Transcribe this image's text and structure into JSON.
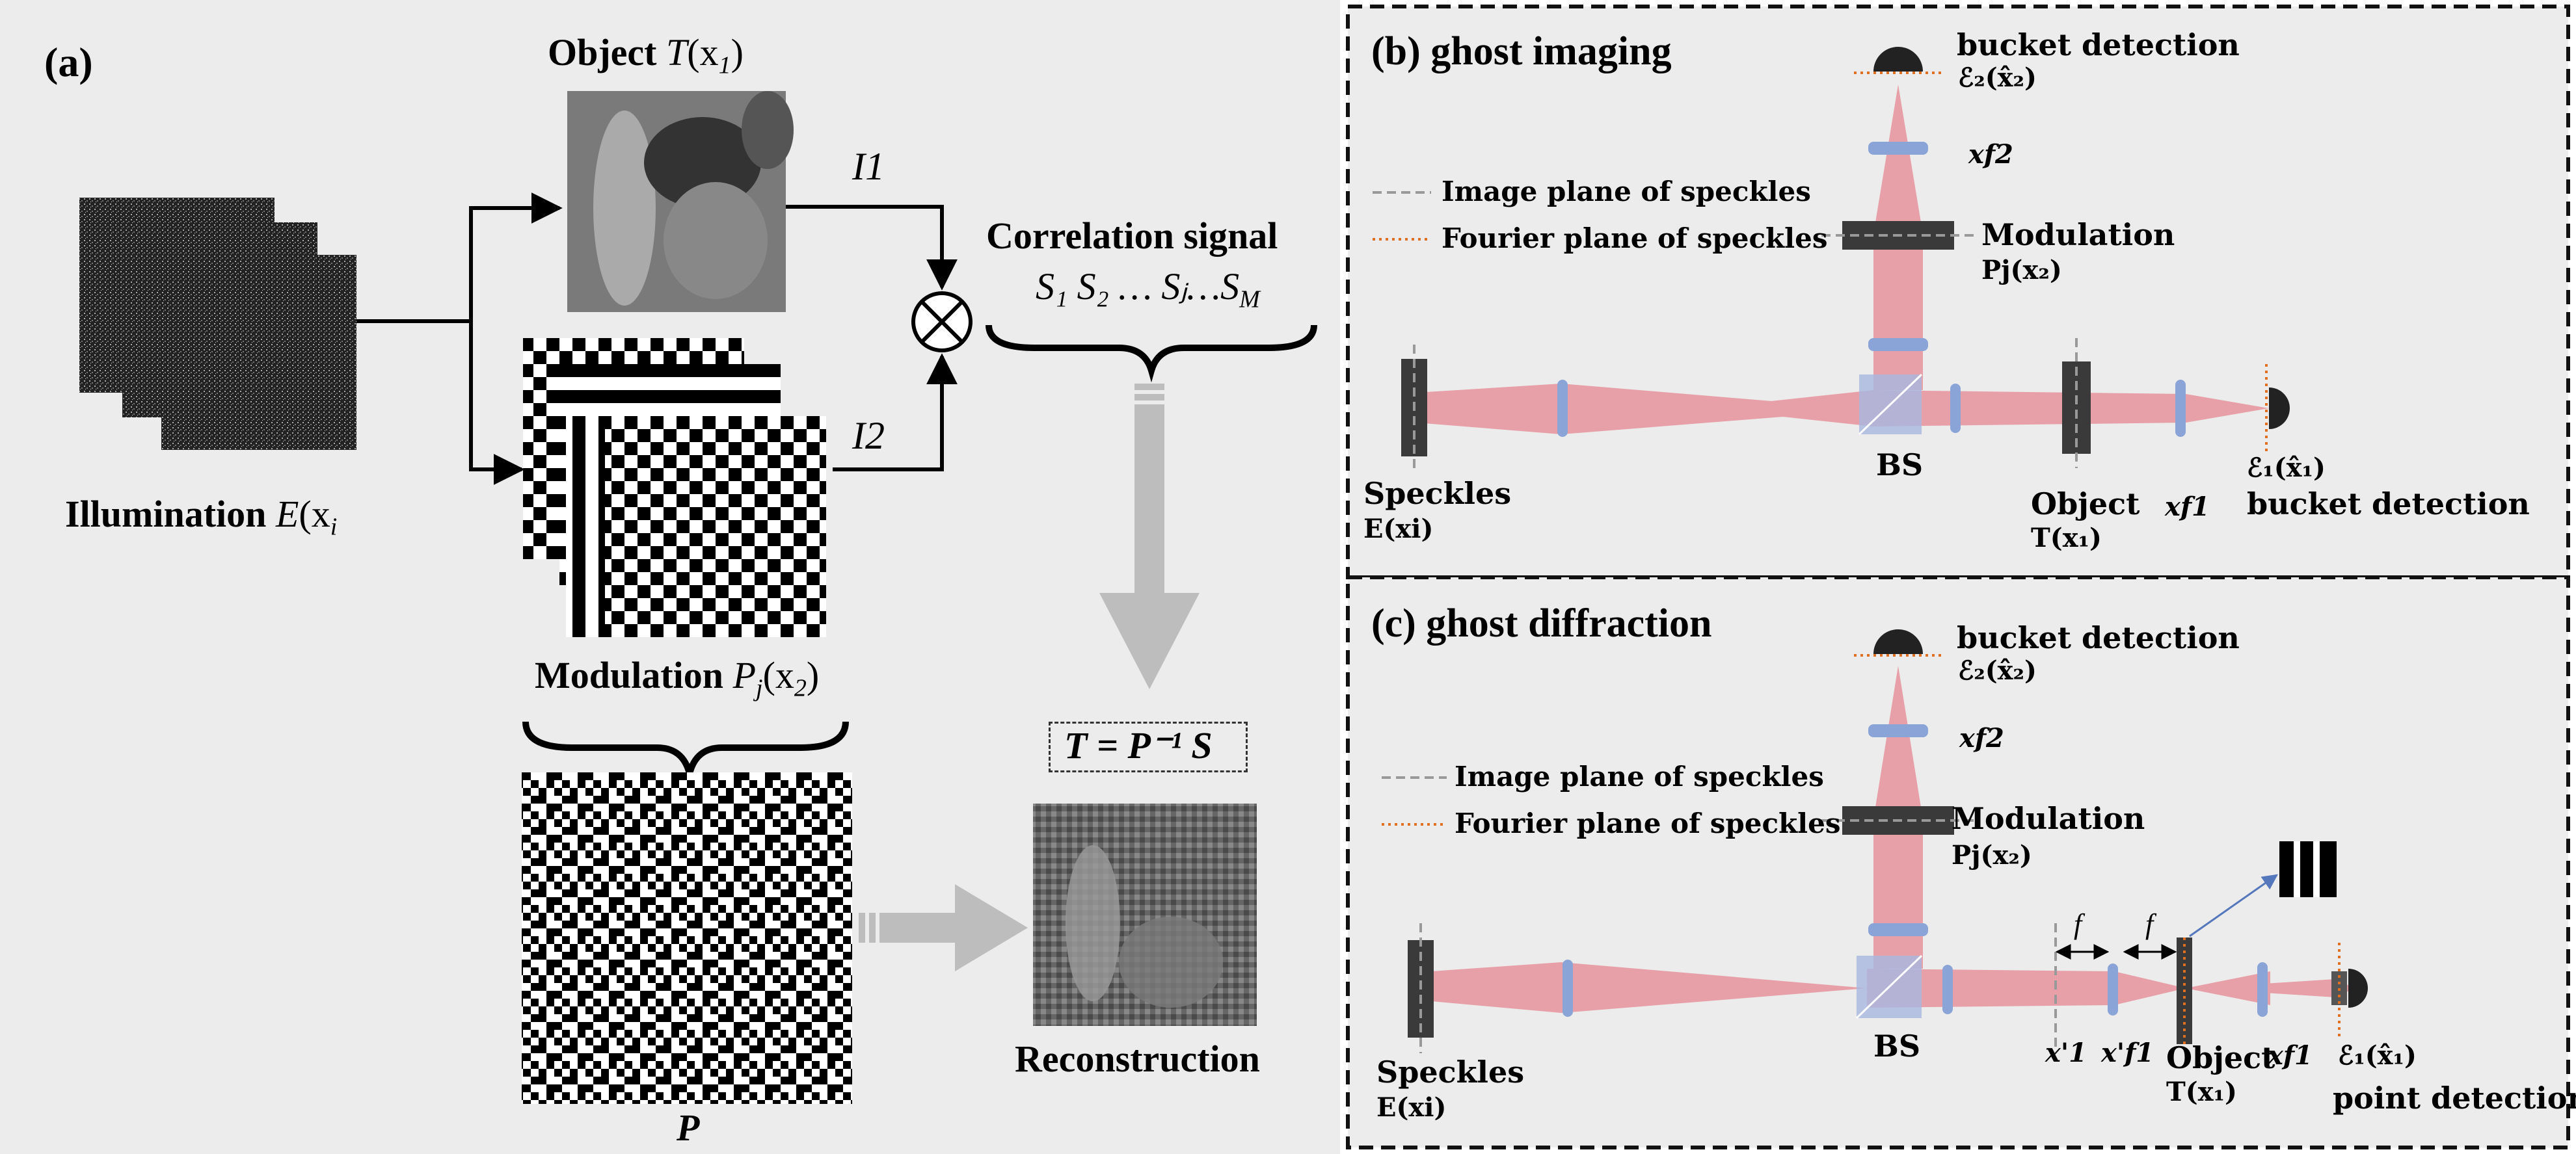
{
  "panel_a": {
    "label": "(a)",
    "object": "Object",
    "object_sym": "T",
    "object_arg": "(x",
    "object_sub": "1",
    "object_close": ")",
    "illumination": "Illumination",
    "illum_sym": "E",
    "illum_arg": "(x",
    "illum_sub": "i",
    "i1": "I",
    "i1_sub": "1",
    "i2": "I",
    "i2_sub": "2",
    "correlation": "Correlation signal",
    "signals": "S",
    "signals_text": "S₁ S₂ … Sⱼ…S",
    "signals_sub": "M",
    "modulation": "Modulation",
    "mod_sym": "P",
    "mod_sub_j": "j",
    "mod_arg": "(x",
    "mod_sub": "2",
    "mod_close": ")",
    "matrix": "P",
    "equation": "T = P⁻¹ S",
    "reconstruction": "Reconstruction"
  },
  "panel_b": {
    "title": "(b) ghost imaging",
    "bucket_top": "bucket detection",
    "eps2": "ℰ₂(x̂₂)",
    "xf2": "xf2",
    "legend_image": "Image plane of speckles",
    "legend_fourier": "Fourier plane of speckles",
    "modulation": "Modulation",
    "pj": "Pj(x₂)",
    "speckles": "Speckles",
    "ex": "E(xi)",
    "bs": "BS",
    "object": "Object",
    "tx": "T(x₁)",
    "xf1": "xf1",
    "eps1": "ℰ₁(x̂₁)",
    "bucket_bottom": "bucket detection"
  },
  "panel_c": {
    "title": "(c) ghost diffraction",
    "bucket_top": "bucket detection",
    "eps2": "ℰ₂(x̂₂)",
    "xf2": "xf2",
    "legend_image": "Image plane of speckles",
    "legend_fourier": "Fourier plane of speckles",
    "modulation": "Modulation",
    "pj": "Pj(x₂)",
    "f_left": "f",
    "f_right": "f",
    "speckles": "Speckles",
    "ex": "E(xi)",
    "bs": "BS",
    "x1p": "x'1",
    "xf1p": "x'f1",
    "object": "Object",
    "tx": "T(x₁)",
    "xf1": "xf1",
    "eps1": "ℰ₁(x̂₁)",
    "point_detection": "point detection"
  },
  "colors": {
    "beam": "#e8a0a8",
    "lens": "#8aa4d8",
    "panel_bg": "#ececec",
    "modulator": "#3a3a3a",
    "fourier_dots": "#e07020"
  }
}
